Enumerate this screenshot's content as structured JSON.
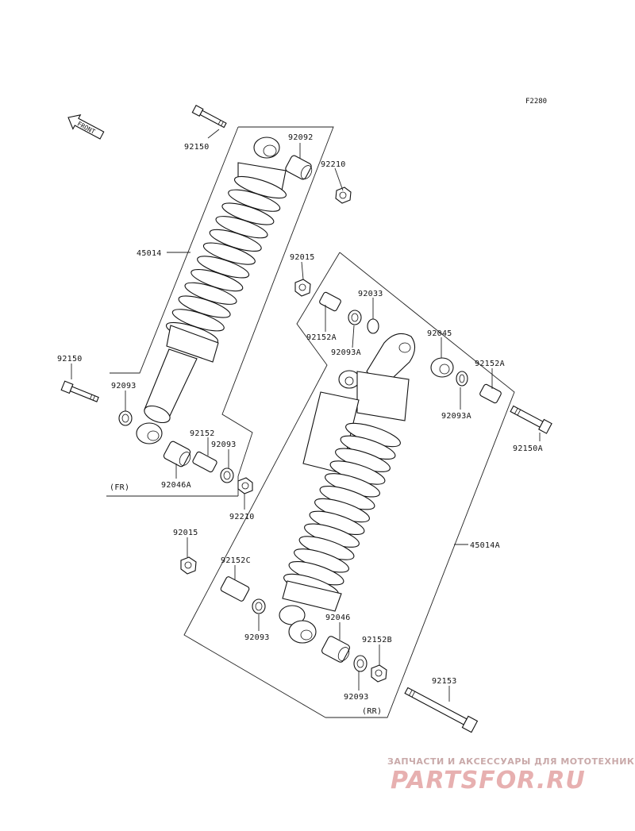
{
  "figure_code": "F2280",
  "front_label": "FRONT",
  "labels": {
    "p92150_top": "92150",
    "p92092": "92092",
    "p92210_top": "92210",
    "p45014": "45014",
    "p92015_top": "92015",
    "p92033": "92033",
    "p92152A_left": "92152A",
    "p92093A_left": "92093A",
    "p92045": "92045",
    "p92152A_right": "92152A",
    "p92093A_right": "92093A",
    "p92150A": "92150A",
    "p92150_left": "92150",
    "p92093_left": "92093",
    "p92152": "92152",
    "p92093_mid": "92093",
    "p92046A": "92046A",
    "fr": "(FR)",
    "p92210_bottom": "92210",
    "p92015_bottom": "92015",
    "p92152C": "92152C",
    "p45014A": "45014A",
    "p92093_low": "92093",
    "p92046": "92046",
    "p92152B": "92152B",
    "p92153": "92153",
    "p92093_rr": "92093",
    "rr": "(RR)"
  },
  "watermark": {
    "tagline": "ЗАПЧАСТИ И АКСЕССУАРЫ ДЛЯ МОТОТЕХНИКИ",
    "brand": "PARTSFOR.RU"
  }
}
